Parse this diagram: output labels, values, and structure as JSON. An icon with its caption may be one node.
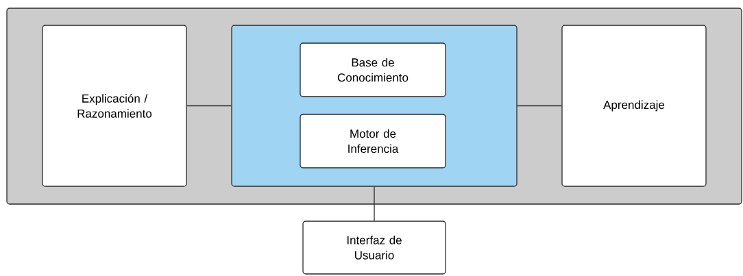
{
  "diagram": {
    "nodes": [
      {
        "text": [],
        "shape": "box"
      },
      {
        "text": [
          "Explicación / Razonamiento"
        ],
        "in": 0
      },
      {
        "text": [],
        "shape": "box",
        "in": 0
      },
      {
        "text": [
          "Base de Conocimiento"
        ],
        "in": 2
      },
      {
        "text": [
          "Motor de Inferencia"
        ],
        "in": 2
      },
      {
        "text": [
          "Aprendizaje"
        ],
        "in": 0
      },
      {
        "text": [
          "Interfaz de Usuario"
        ]
      }
    ],
    "edges": [
      {
        "from": 1,
        "to": 2,
        "arrow": "none"
      },
      {
        "from": 2,
        "to": 5,
        "arrow": "none"
      },
      {
        "from": 2,
        "to": 6,
        "arrow": "none"
      }
    ]
  }
}
